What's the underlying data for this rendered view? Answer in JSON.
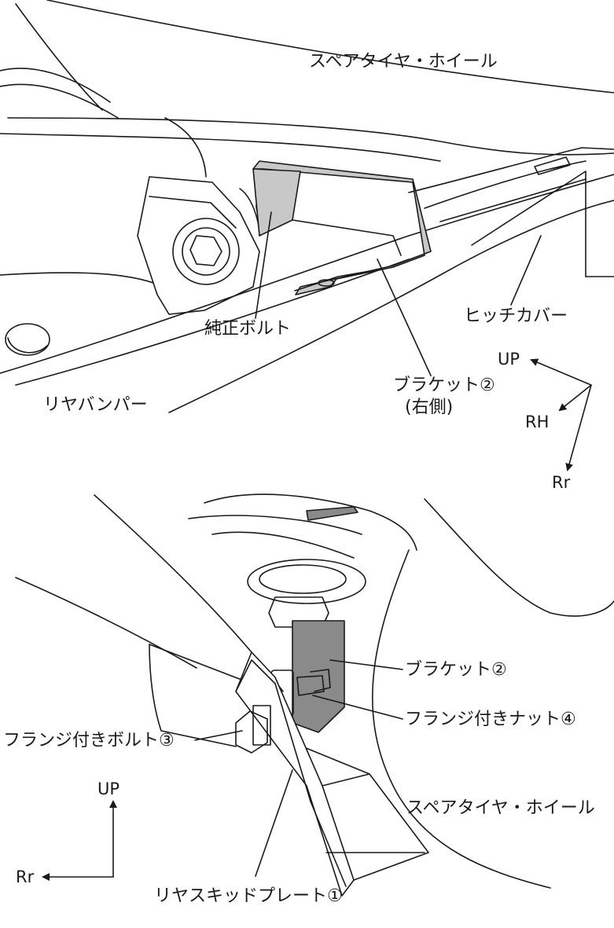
{
  "top_view": {
    "labels": {
      "spare_tire": "スペアタイヤ・ホイール",
      "hitch_cover": "ヒッチカバー",
      "genuine_bolt": "純正ボルト",
      "bracket": "ブラケット②",
      "bracket_side": "(右側)",
      "rear_bumper": "リヤバンパー"
    },
    "axes": {
      "up": "UP",
      "rh": "RH",
      "rr": "Rr"
    }
  },
  "bottom_view": {
    "labels": {
      "bracket": "ブラケット②",
      "flange_nut": "フランジ付きナット④",
      "flange_bolt": "フランジ付きボルト③",
      "spare_tire": "スペアタイヤ・ホイール",
      "skid_plate": "リヤスキッドプレート①"
    },
    "axes": {
      "up": "UP",
      "rr": "Rr"
    }
  },
  "colors": {
    "line": "#1a1a1a",
    "bracket_light": "#c8c8c8",
    "bracket_dark": "#8a8a8a"
  }
}
